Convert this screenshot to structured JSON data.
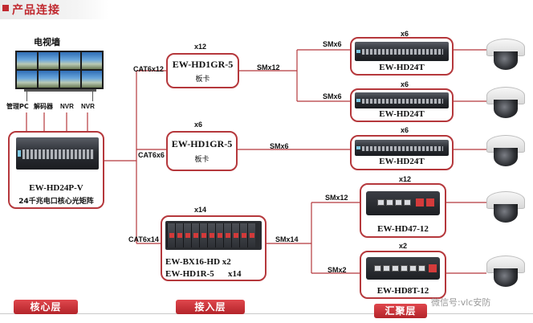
{
  "header": {
    "title": "产品连接"
  },
  "left": {
    "wall_title": "电视墙",
    "outputs": [
      "管理PC",
      "解码器",
      "NVR",
      "NVR"
    ],
    "core_name": "EW-HD24P-V",
    "core_desc": "24千兆电口核心光矩阵"
  },
  "links": {
    "cat_a": "CAT6x12",
    "cat_b": "CAT6x6",
    "cat_c": "CAT6x14",
    "sm_a": "SMx12",
    "sm_b": "SMx6",
    "sm_c": "SMx14"
  },
  "access": {
    "box1": {
      "count": "x12",
      "name": "EW-HD1GR-5",
      "sub": "板卡"
    },
    "box2": {
      "count": "x6",
      "name": "EW-HD1GR-5",
      "sub": "板卡"
    },
    "box3": {
      "count": "x14",
      "name1": "EW-BX16-HD x2",
      "name2": "EW-HD1R-5",
      "name2_count": "x14"
    }
  },
  "edge": {
    "sw1": {
      "count": "x6",
      "name": "EW-HD24T",
      "link": "SMx6"
    },
    "sw2": {
      "count": "x6",
      "name": "EW-HD24T",
      "link": "SMx6"
    },
    "sw3": {
      "count": "x6",
      "name": "EW-HD24T"
    },
    "sw4": {
      "count": "x12",
      "name": "EW-HD47-12",
      "link": "SMx12"
    },
    "sw5": {
      "count": "x2",
      "name": "EW-HD8T-12",
      "link": "SMx2"
    }
  },
  "layers": {
    "core": "核心层",
    "access": "接入层",
    "aggregation": "汇聚层"
  },
  "watermark": "微信号:vlc安防"
}
